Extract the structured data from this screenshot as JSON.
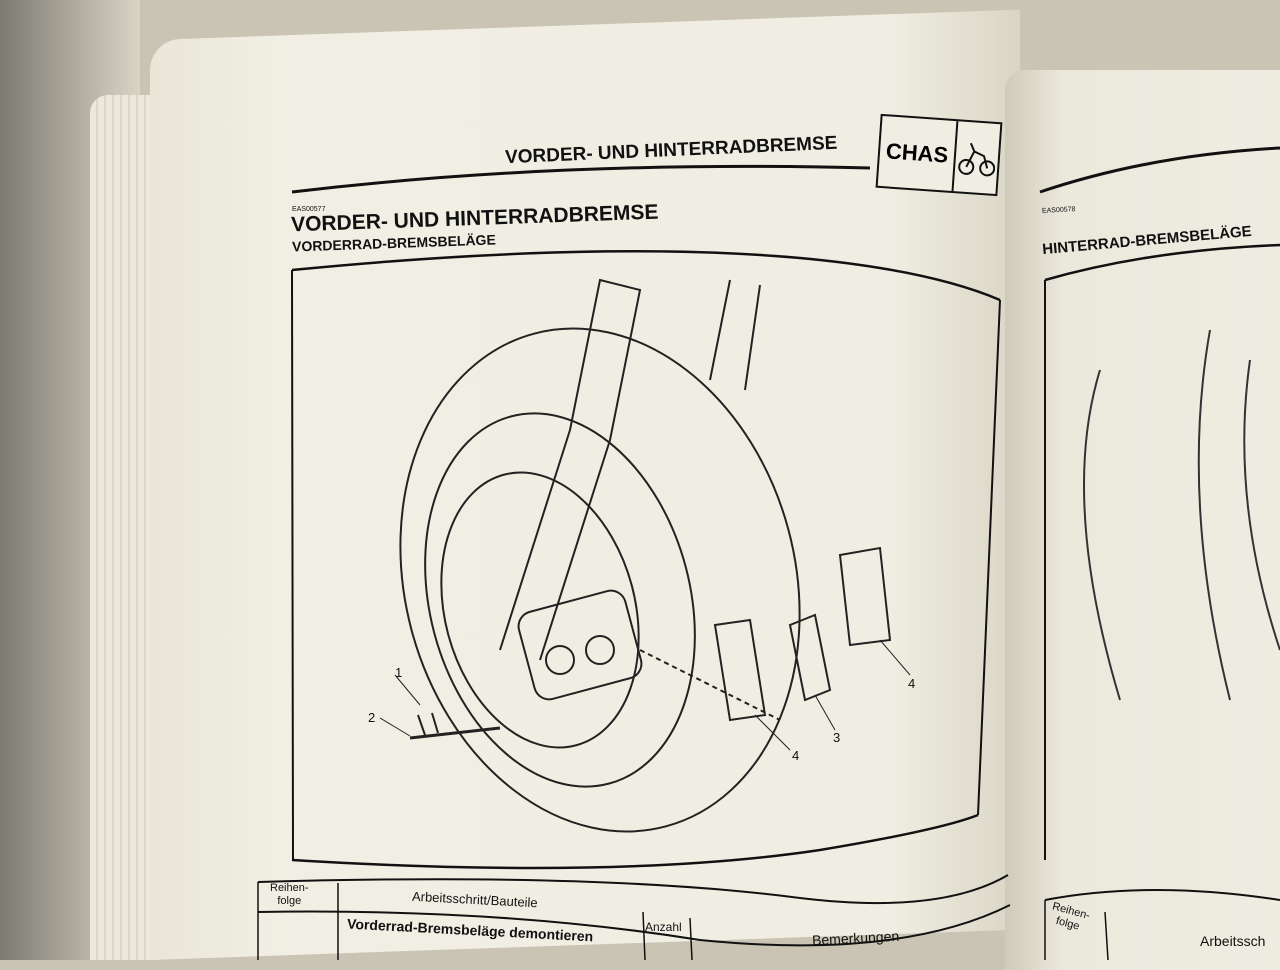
{
  "left_page": {
    "running_header": "VORDER- UND HINTERRADBREMSE",
    "section_badge": "CHAS",
    "badge_icon": "motorcycle-icon",
    "section_code": "EAS00577",
    "title": "VORDER- UND HINTERRADBREMSE",
    "subtitle": "VORDERRAD-BREMSBELÄGE",
    "figure_callouts": [
      "1",
      "2",
      "3",
      "4",
      "4"
    ],
    "table": {
      "col_order": "Reihen-\nfolge",
      "col_step": "Arbeitsschritt/Bauteile",
      "col_qty": "Anzahl",
      "col_notes": "Bemerkungen",
      "first_row_step": "Vorderrad-Bremsbeläge demontieren"
    }
  },
  "right_page": {
    "section_code": "EAS00578",
    "title": "HINTERRAD-BREMSBELÄGE",
    "table": {
      "col_order": "Reihen-\nfolge",
      "col_step": "Arbeitssch"
    }
  }
}
